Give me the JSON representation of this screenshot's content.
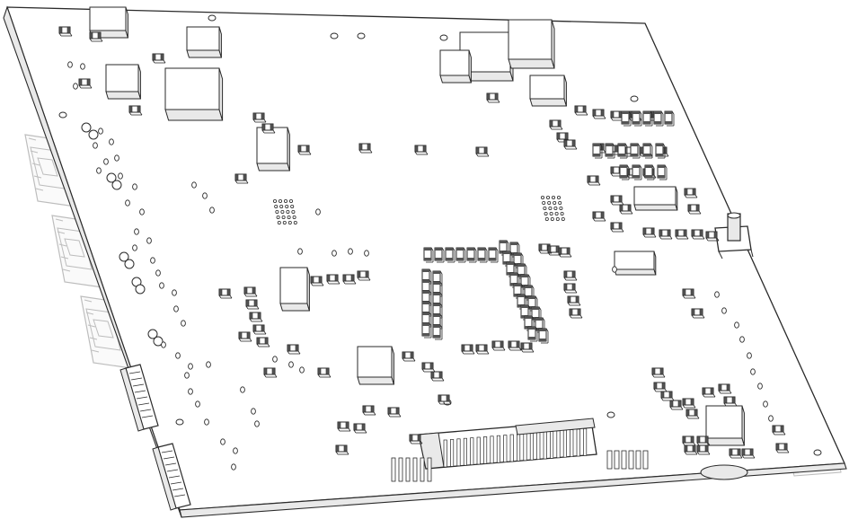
{
  "image": {
    "kind": "isometric line drawing of a printed circuit board",
    "caption": ""
  },
  "colors": {
    "background": "#ffffff",
    "outline": "#2a2a2a",
    "faded": "#bdbdbd",
    "fill": "#ffffff",
    "shade": "#e9e9e9"
  },
  "components": {
    "ethernet_ports": 3,
    "side_connectors": 2,
    "pin_header": 1,
    "push_button": 1,
    "pad_arrays": 2,
    "ic_packages": 6
  }
}
